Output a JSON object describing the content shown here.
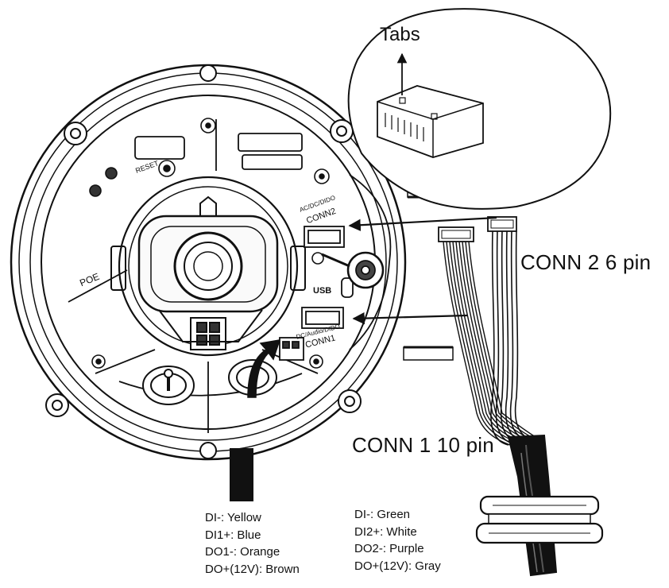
{
  "callouts": {
    "tabs": "Tabs",
    "conn2": "CONN 2 6 pin",
    "conn1": "CONN 1 10 pin"
  },
  "board_marks": {
    "poe": "POE",
    "reset": "RESET",
    "conn2_label": "CONN2",
    "conn2_sub": "AC/DC/DIDO",
    "usb": "USB",
    "conn1_label": "CONN1",
    "conn1_sub": "DC/Audio/DIDO"
  },
  "legend_left": [
    "DI-: Yellow",
    "DI1+: Blue",
    "DO1-: Orange",
    "DO+(12V): Brown"
  ],
  "legend_right": [
    "DI-: Green",
    "DI2+: White",
    "DO2-: Purple",
    "DO+(12V): Gray"
  ]
}
